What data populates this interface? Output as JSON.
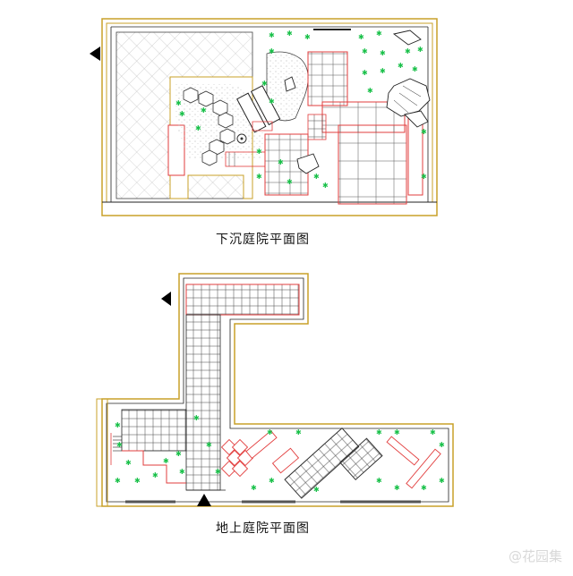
{
  "plans": [
    {
      "title": "下沉庭院平面图"
    },
    {
      "title": "地上庭院平面图"
    }
  ],
  "watermark": "@花园集",
  "colors": {
    "wall": "#c8a028",
    "paving": "#e23c3c",
    "plant": "#18c048",
    "line": "#222222",
    "stone": "#333333"
  },
  "icons": [
    "north-arrow-icon",
    "entrance-arrow-icon"
  ]
}
